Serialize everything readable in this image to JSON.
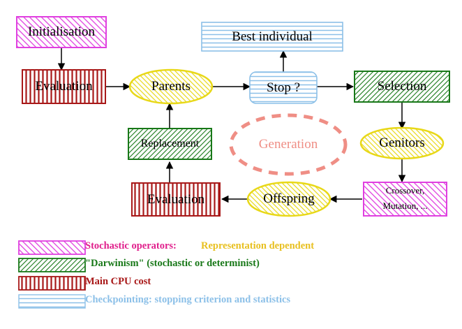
{
  "diagram": {
    "title": "Evolutionary algorithm cycle",
    "background": "#ffffff"
  },
  "colors": {
    "magenta": "#e040e0",
    "magenta_text": "#e0208c",
    "green": "#187818",
    "red": "#a81818",
    "lightblue": "#8cc0e8",
    "yellow": "#e8d818",
    "gold_text": "#e8c020",
    "salmon": "#ef8e85",
    "black": "#000000",
    "white": "#ffffff"
  },
  "nodes": [
    {
      "id": "initialisation",
      "label": "Initialisation",
      "shape": "rect",
      "fill": "magenta",
      "hatch": "diag-fwd"
    },
    {
      "id": "evaluation_top",
      "label": "Evaluation",
      "shape": "rect",
      "fill": "red",
      "hatch": "vertical"
    },
    {
      "id": "parents",
      "label": "Parents",
      "shape": "ellipse",
      "fill": "yellow",
      "hatch": "diag-fwd"
    },
    {
      "id": "best",
      "label": "Best individual",
      "shape": "rect",
      "fill": "lightblue",
      "hatch": "horizontal"
    },
    {
      "id": "stop",
      "label": "Stop ?",
      "shape": "round-rect",
      "fill": "lightblue",
      "hatch": "horizontal"
    },
    {
      "id": "selection",
      "label": "Selection",
      "shape": "rect",
      "fill": "green",
      "hatch": "diag-back"
    },
    {
      "id": "genitors",
      "label": "Genitors",
      "shape": "ellipse",
      "fill": "yellow",
      "hatch": "diag-fwd"
    },
    {
      "id": "crossover",
      "label": "Crossover,",
      "label2": "Mutation, ...",
      "shape": "rect",
      "fill": "magenta",
      "hatch": "diag-fwd"
    },
    {
      "id": "offspring",
      "label": "Offspring",
      "shape": "ellipse",
      "fill": "yellow",
      "hatch": "diag-fwd"
    },
    {
      "id": "evaluation_bot",
      "label": "Evaluation",
      "shape": "rect",
      "fill": "red",
      "hatch": "vertical"
    },
    {
      "id": "replacement",
      "label": "Replacement",
      "shape": "rect",
      "fill": "green",
      "hatch": "diag-back"
    },
    {
      "id": "generation",
      "label": "Generation",
      "shape": "dashed-ellipse",
      "fill": "none",
      "hatch": "none"
    }
  ],
  "edges": [
    {
      "from": "initialisation",
      "to": "evaluation_top"
    },
    {
      "from": "evaluation_top",
      "to": "parents"
    },
    {
      "from": "parents",
      "to": "stop"
    },
    {
      "from": "stop",
      "to": "best"
    },
    {
      "from": "stop",
      "to": "selection"
    },
    {
      "from": "selection",
      "to": "genitors"
    },
    {
      "from": "genitors",
      "to": "crossover"
    },
    {
      "from": "crossover",
      "to": "offspring"
    },
    {
      "from": "offspring",
      "to": "evaluation_bot"
    },
    {
      "from": "evaluation_bot",
      "to": "replacement"
    },
    {
      "from": "replacement",
      "to": "parents"
    }
  ],
  "legend": {
    "rows": [
      {
        "swatch_fill": "magenta",
        "swatch_hatch": "diag-fwd",
        "text": "Stochastic operators:",
        "text_color": "magenta_text",
        "text2": "Representation dependent",
        "text2_color": "gold_text"
      },
      {
        "swatch_fill": "green",
        "swatch_hatch": "diag-back",
        "text": "\"Darwinism\" (stochastic or determinist)",
        "text_color": "green",
        "text2": "",
        "text2_color": ""
      },
      {
        "swatch_fill": "red",
        "swatch_hatch": "vertical",
        "text": "Main CPU cost",
        "text_color": "red",
        "text2": "",
        "text2_color": ""
      },
      {
        "swatch_fill": "lightblue",
        "swatch_hatch": "horizontal",
        "text": "Checkpointing: stopping criterion and statistics",
        "text_color": "lightblue",
        "text2": "",
        "text2_color": ""
      }
    ]
  }
}
